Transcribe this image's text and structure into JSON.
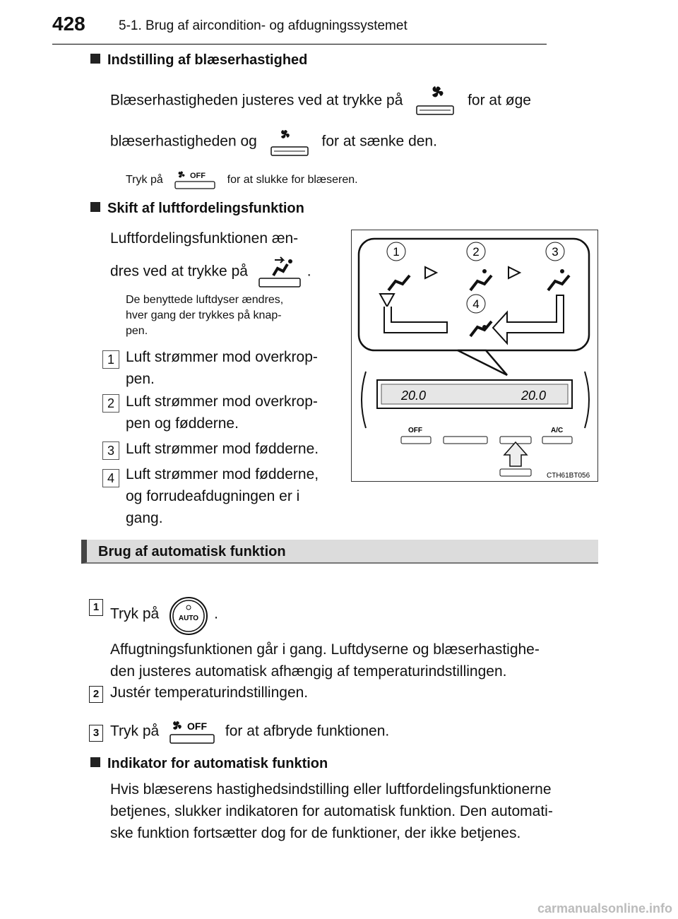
{
  "header": {
    "page_number": "428",
    "chapter": "5-1. Brug af aircondition- og afdugningssystemet"
  },
  "s1": {
    "heading": "Indstilling af blæserhastighed",
    "l1a": "Blæserhastigheden justeres ved at trykke på",
    "l1b": "for at øge",
    "l2a": "blæserhastigheden og",
    "l2b": "for at sænke den.",
    "n1": "Tryk på",
    "n2": "for at slukke for blæseren."
  },
  "s2": {
    "heading": "Skift af luftfordelingsfunktion",
    "l1": "Luftfordelingsfunktionen æn-",
    "l2": "dres ved at trykke på",
    "l2end": ".",
    "note": [
      "De benyttede luftdyser ændres,",
      "hver gang der trykkes på knap-",
      "pen."
    ],
    "items": [
      {
        "n": "1",
        "lines": [
          "Luft strømmer mod overkrop-",
          "pen."
        ]
      },
      {
        "n": "2",
        "lines": [
          "Luft strømmer mod overkrop-",
          "pen og fødderne."
        ]
      },
      {
        "n": "3",
        "lines": [
          "Luft strømmer mod fødderne."
        ]
      },
      {
        "n": "4",
        "lines": [
          "Luft strømmer mod fødderne,",
          "og forrudeafdugningen er i",
          "gang."
        ]
      }
    ]
  },
  "diagram": {
    "labels": [
      "1",
      "2",
      "3",
      "4"
    ],
    "temp_left": "20.0",
    "temp_right": "20.0",
    "off_label": "OFF",
    "ac_label": "A/C",
    "code": "CTH61BT056"
  },
  "s3": {
    "bar": "Brug af automatisk funktion",
    "step1a": "Tryk på",
    "step1b": ".",
    "auto_label": "AUTO",
    "step1_body": [
      "Affugtningsfunktionen går i gang. Luftdyserne og blæserhastighe-",
      "den justeres automatisk afhængig af temperaturindstillingen."
    ],
    "step2": "Justér temperaturindstillingen.",
    "step3a": "Tryk på",
    "step3b": "for at afbryde funktionen.",
    "steps": [
      "1",
      "2",
      "3"
    ]
  },
  "s4": {
    "heading": "Indikator for automatisk funktion",
    "body": [
      "Hvis blæserens hastighedsindstilling eller luftfordelingsfunktionerne",
      "betjenes, slukker indikatoren for automatisk funktion. Den automati-",
      "ske funktion fortsætter dog for de funktioner, der ikke betjenes."
    ]
  },
  "watermark": "carmanualsonline.info"
}
